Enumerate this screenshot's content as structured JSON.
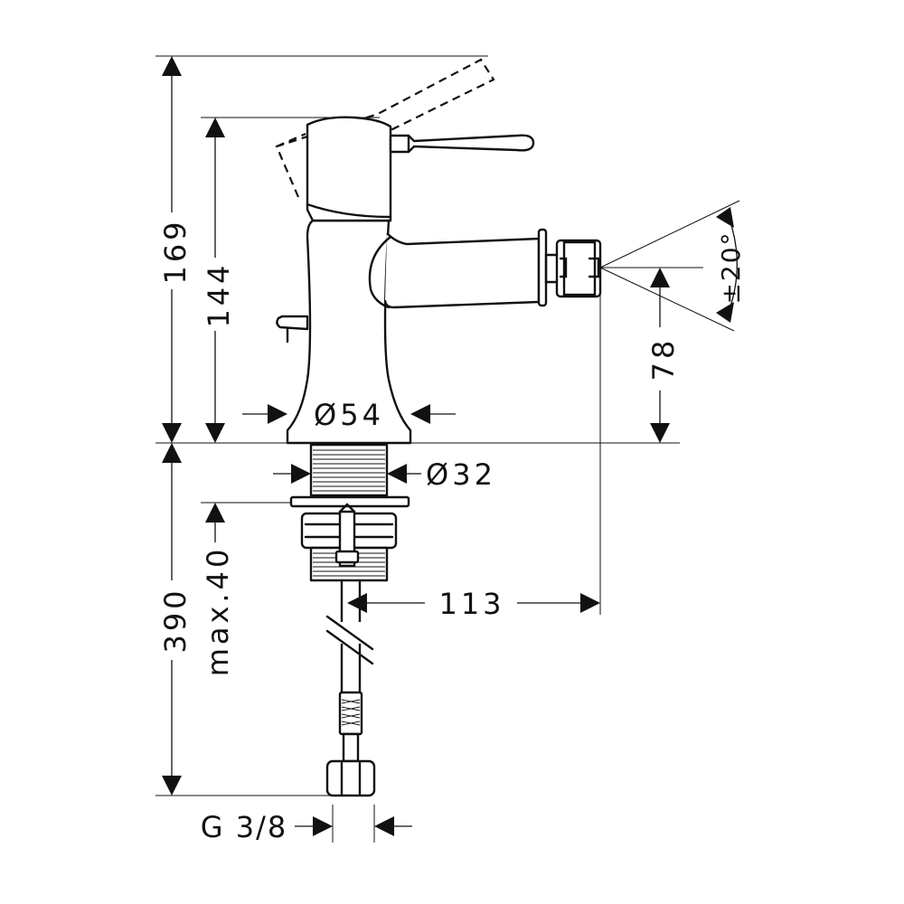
{
  "dimensions": {
    "total_height": "169",
    "lever_height": "144",
    "spout_height": "78",
    "body_diameter": "Ø54",
    "shank_diameter": "Ø32",
    "below_counter": "390",
    "max_counter_thickness": "max.40",
    "projection": "113",
    "spray_angle": "±20°",
    "connection_thread": "G 3/8"
  }
}
